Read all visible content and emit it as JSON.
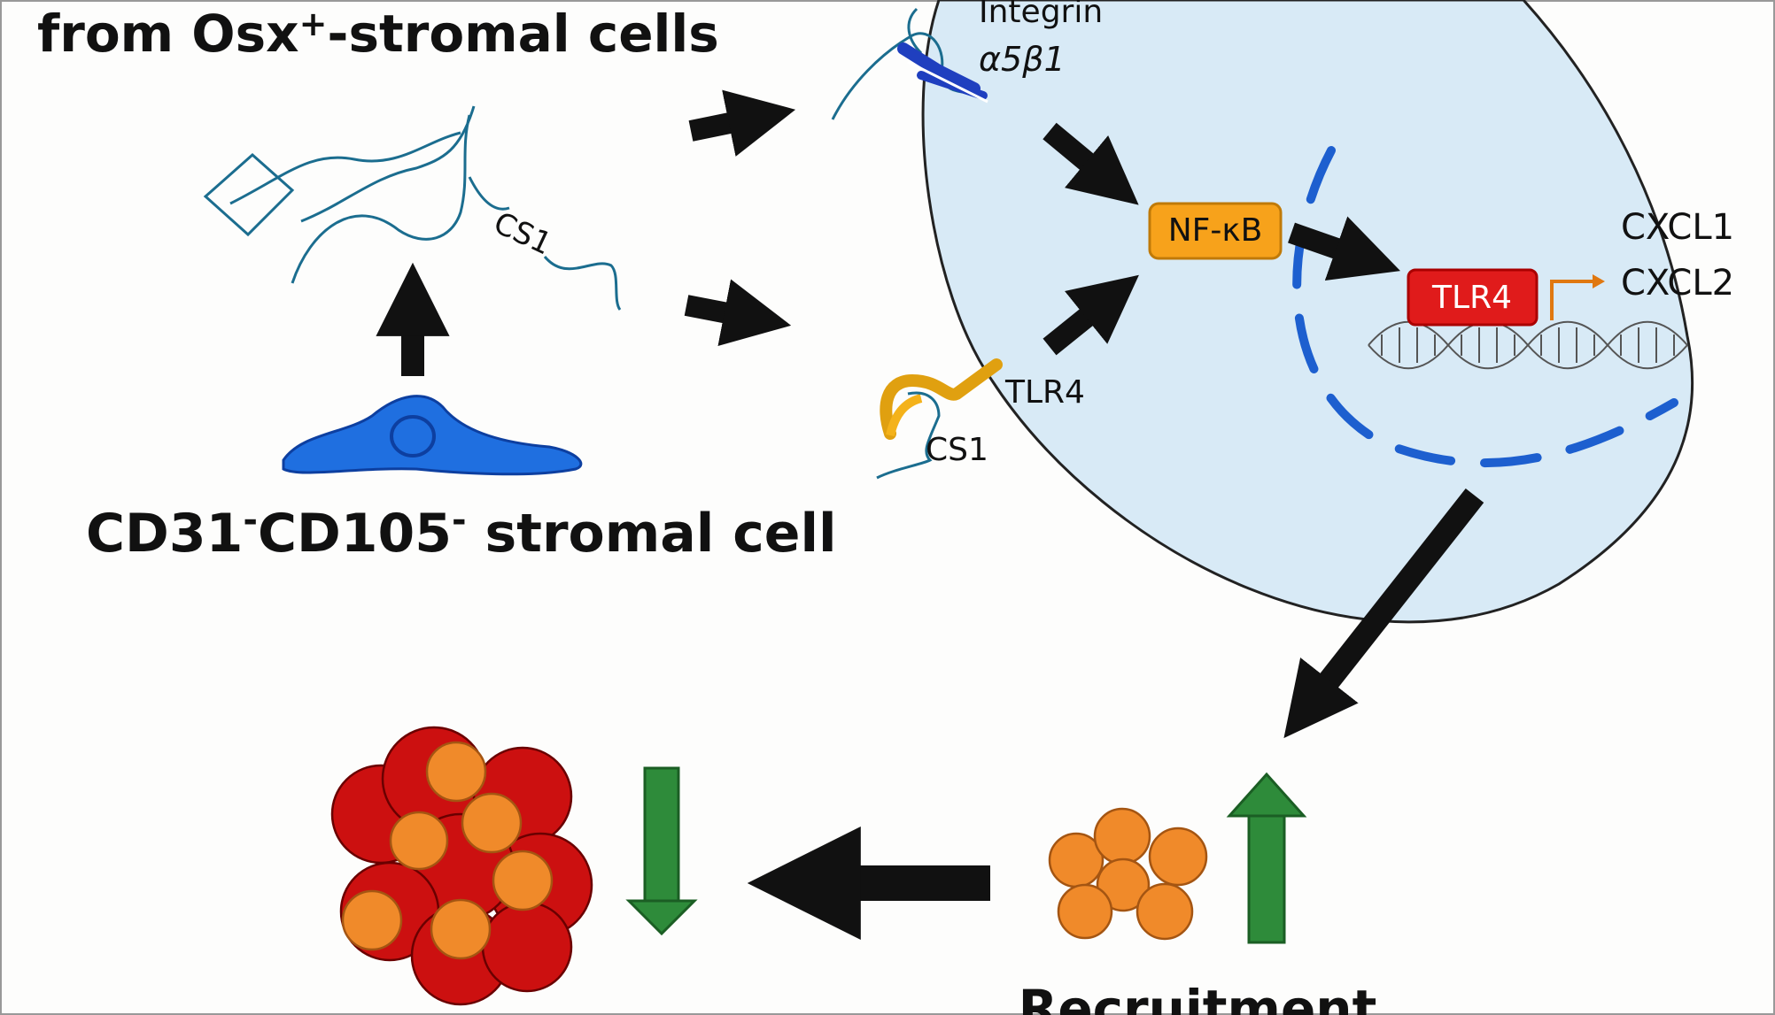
{
  "title": {
    "line_prefix": "from Osx",
    "sup": "+",
    "line_suffix": "-stromal cells"
  },
  "source_cell": {
    "label_part1": "CD31",
    "sup1": "-",
    "label_part2": "CD105",
    "sup2": "-",
    "label_part3": " stromal cell"
  },
  "matrix_fiber": {
    "cs1_label": "CS1"
  },
  "receptors": {
    "integrin_line1": "Integrin",
    "integrin_line2": "α5β1",
    "tlr4_receptor": "TLR4",
    "cs1_ligand": "CS1"
  },
  "nucleus": {
    "nfkb": "NF-κB",
    "tlr4_gene": "TLR4",
    "cxcl1": "CXCL1",
    "cxcl2": "CXCL2"
  },
  "bottom": {
    "recruitment": "Recruitment"
  },
  "colors": {
    "cell_fill": "#d8eaf6",
    "nfkb_fill": "#f7a21b",
    "tlr4_fill": "#e01b1b",
    "stromal_fill": "#1f6fe0",
    "fiber": "#1b6d8f",
    "green_arrow": "#2e8b3a",
    "rbc": "#cc1010",
    "neutrophil": "#f08a2a"
  }
}
